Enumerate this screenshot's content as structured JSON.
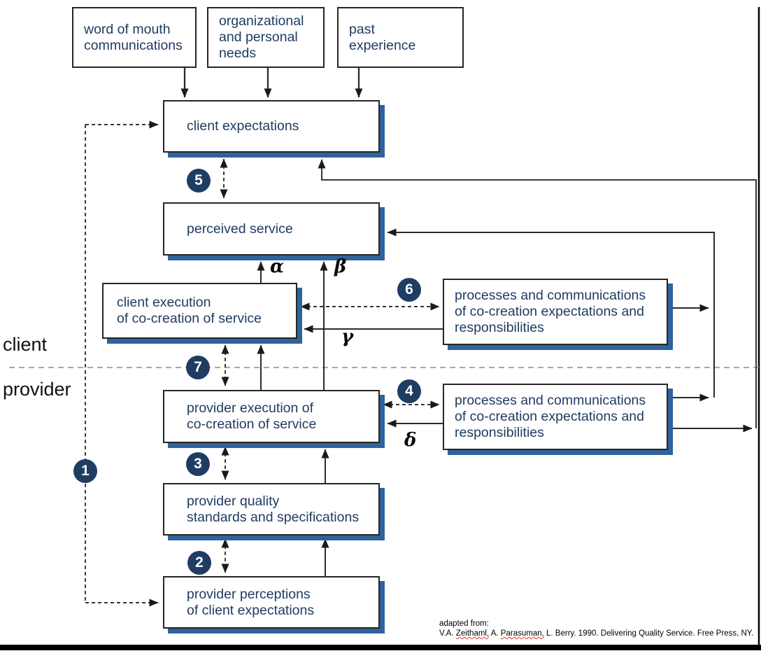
{
  "colors": {
    "box_text": "#1f3a5f",
    "box_shadow": "#2f639b",
    "badge_bg": "#1f3c63",
    "line": "#2b2b2b",
    "divider": "#8c8c8c",
    "misspelling_underline": "#e03b2f"
  },
  "sections": {
    "client_label": "client",
    "provider_label": "provider"
  },
  "boxes": {
    "word_of_mouth": "word of mouth\ncommunications",
    "org_personal_needs": "organizational\nand personal\nneeds",
    "past_experience": "past\nexperience",
    "client_expectations": "client expectations",
    "perceived_service": "perceived service",
    "client_execution": "client execution\nof co-creation of service",
    "processes_client": "processes and communications\nof co-creation expectations and\nresponsibilities",
    "provider_execution": "provider execution of\nco-creation of service",
    "processes_provider": "processes and communications\nof co-creation expectations and\nresponsibilities",
    "provider_standards": "provider quality\nstandards and specifications",
    "provider_perceptions": "provider perceptions\nof client expectations"
  },
  "gaps": {
    "gap1": "1",
    "gap2": "2",
    "gap3": "3",
    "gap4": "4",
    "gap5": "5",
    "gap6": "6",
    "gap7": "7"
  },
  "greek": {
    "alpha": "α",
    "beta": "β",
    "gamma": "γ",
    "delta": "δ"
  },
  "attribution": {
    "intro": "adapted from:",
    "p1": "V.A. ",
    "m1": "Zeithaml,",
    "p2": " A. ",
    "m2": "Parasuman,",
    "p3": " L. Berry. 1990. Delivering Quality Service. Free Press, NY."
  }
}
